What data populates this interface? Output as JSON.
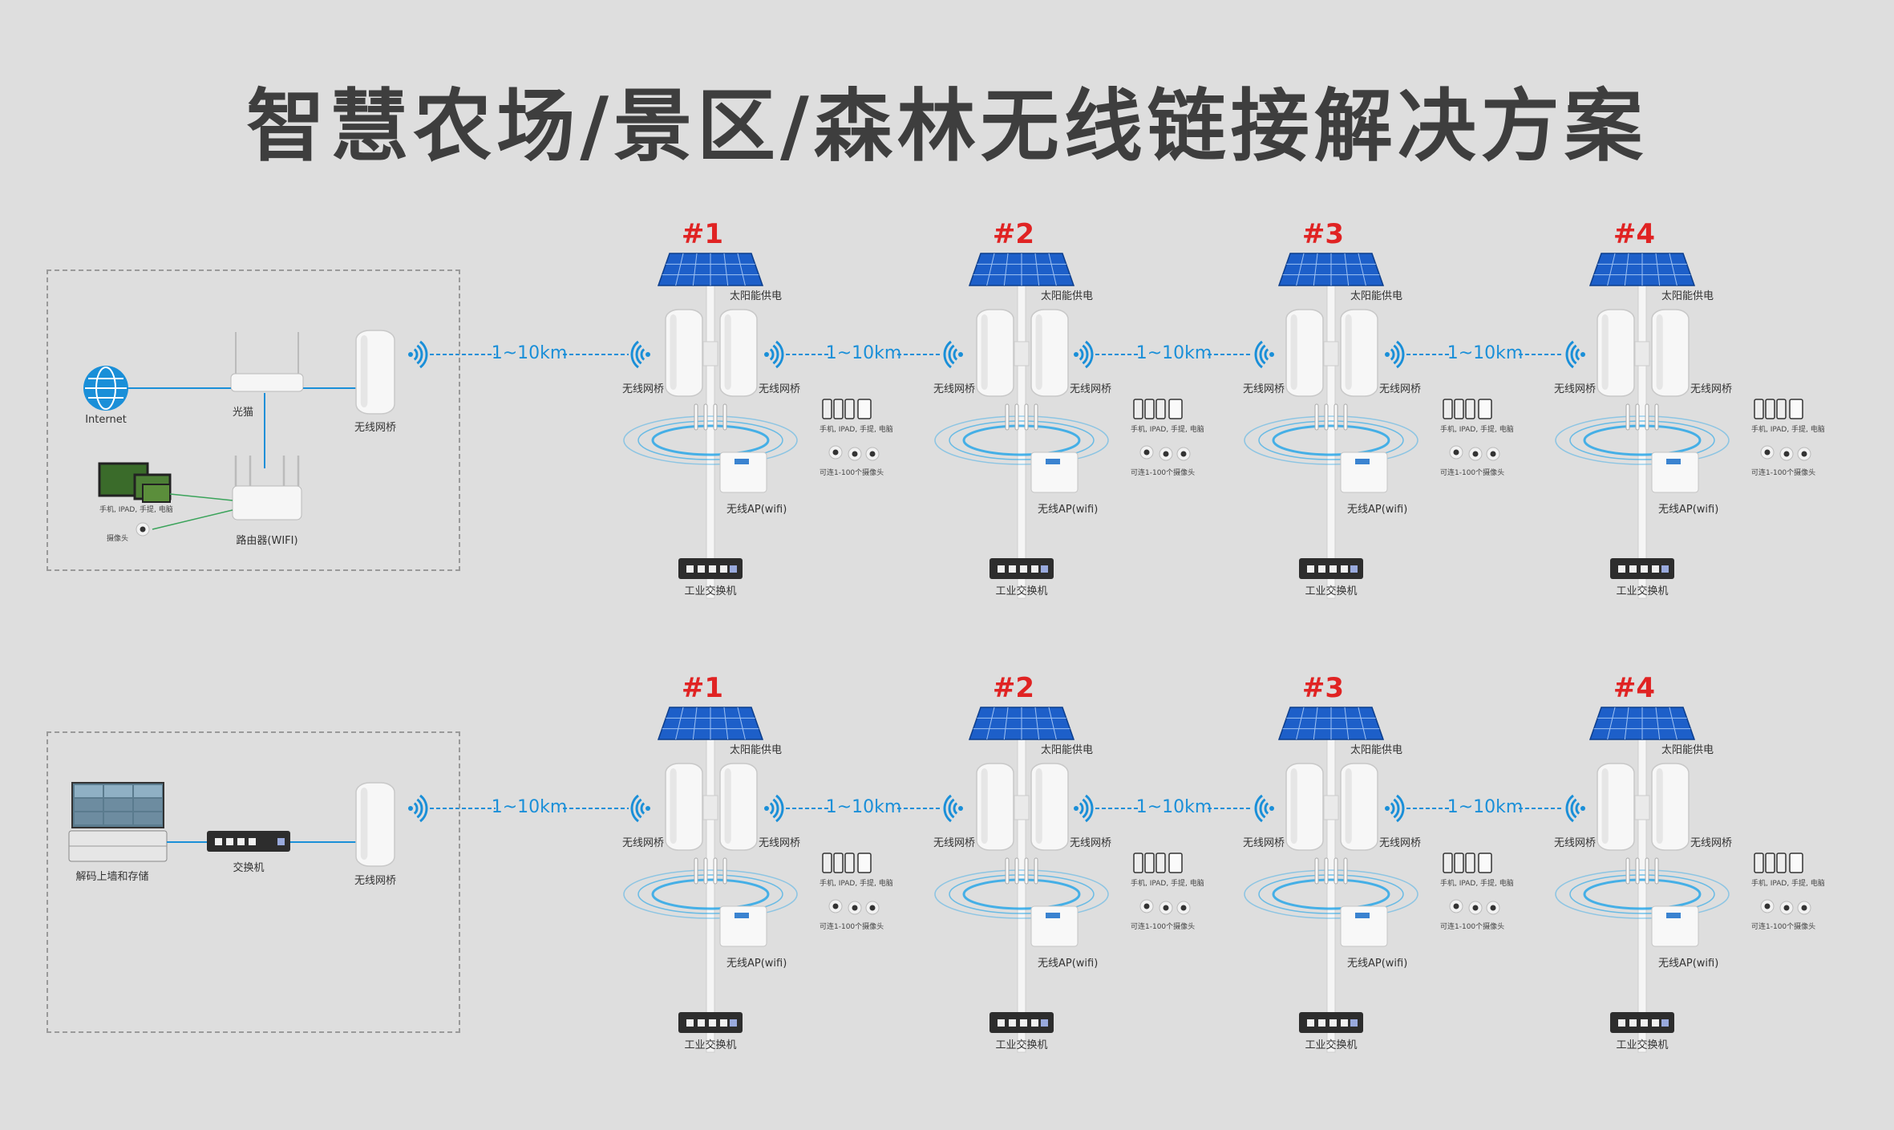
{
  "title": "智慧农场/景区/森林无线链接解决方案",
  "colors": {
    "accent": "#1a8fd8",
    "station_number": "#e02323",
    "solar": "#1d5fc9",
    "background": "#dedede"
  },
  "network": {
    "top": {
      "internet": "Internet",
      "modem": "光猫",
      "bridge": "无线网桥",
      "devices": "手机, IPAD, 手提, 电脑",
      "camera": "摄像头",
      "router": "路由器(WIFI)"
    },
    "bottom": {
      "nvr": "解码上墙和存储",
      "switch": "交换机",
      "bridge": "无线网桥"
    }
  },
  "distance": "1~10km",
  "station": {
    "numbers": [
      "#1",
      "#2",
      "#3",
      "#4"
    ],
    "solar": "太阳能供电",
    "bridge": "无线网桥",
    "devices": "手机, IPAD, 手提, 电脑",
    "cameras": "可连1-100个摄像头",
    "ap": "无线AP(wifi)",
    "switch": "工业交换机"
  },
  "icons": [
    "globe-icon",
    "router-icon",
    "bridge-icon",
    "solar-panel-icon",
    "wifi-signal-icon",
    "switch-icon",
    "camera-icon",
    "monitor-icon"
  ]
}
